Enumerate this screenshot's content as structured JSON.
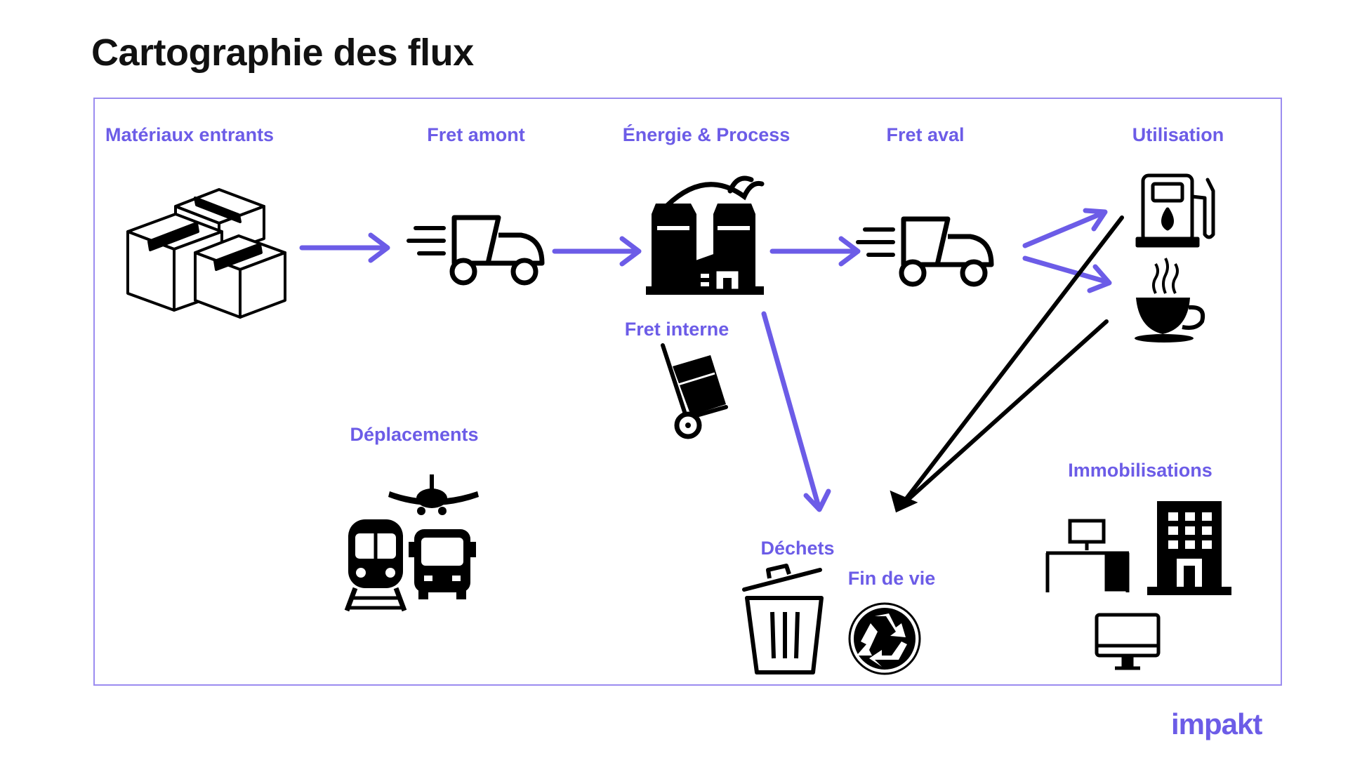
{
  "title": "Cartographie des flux",
  "brand": "impakt",
  "colors": {
    "accent": "#6c5ce7",
    "frame": "#9b8cf0",
    "ink": "#000000"
  },
  "stages": {
    "materiaux": "Matériaux entrants",
    "fret_amont": "Fret amont",
    "energie": "Énergie & Process",
    "fret_aval": "Fret aval",
    "utilisation": "Utilisation",
    "fret_interne": "Fret interne",
    "deplacements": "Déplacements",
    "dechets": "Déchets",
    "fin_de_vie": "Fin de vie",
    "immobilisations": "Immobilisations"
  },
  "icons": {
    "materiaux": "boxes-icon",
    "fret_amont": "delivery-truck-icon",
    "energie": "factory-icon",
    "fret_aval": "delivery-truck-icon",
    "utilisation": [
      "fuel-pump-icon",
      "coffee-cup-icon"
    ],
    "fret_interne": "hand-truck-icon",
    "deplacements": [
      "airplane-icon",
      "train-icon",
      "bus-icon"
    ],
    "dechets": "trash-bin-icon",
    "fin_de_vie": "recycle-icon",
    "immobilisations": [
      "desk-icon",
      "building-icon",
      "monitor-icon"
    ]
  }
}
